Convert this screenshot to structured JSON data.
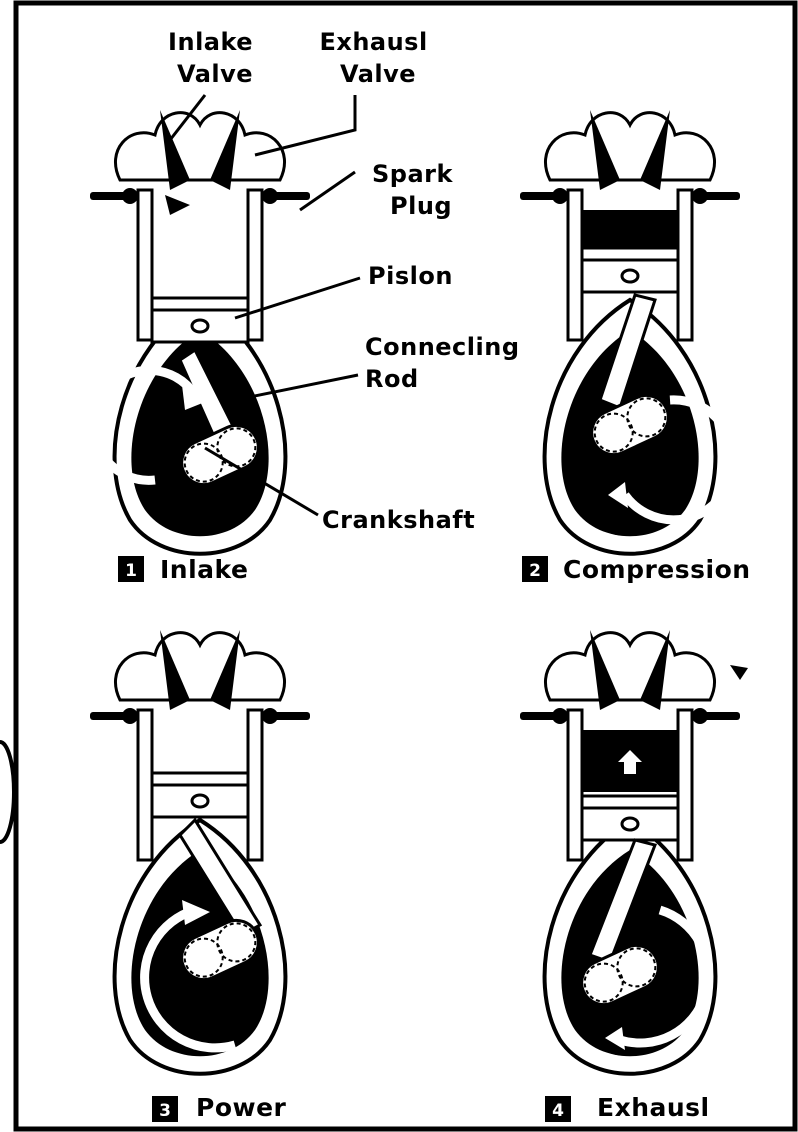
{
  "labels": {
    "intake_valve": [
      "Inlake",
      "Valve"
    ],
    "exhaust_valve": [
      "Exhausl",
      "Valve"
    ],
    "spark_plug": [
      "Spark",
      "Plug"
    ],
    "piston": "Pislon",
    "connecting_rod": [
      "Connecling",
      "Rod"
    ],
    "crankshaft": "Crankshaft"
  },
  "strokes": [
    {
      "number": "1",
      "name": "Inlake"
    },
    {
      "number": "2",
      "name": "Compression"
    },
    {
      "number": "3",
      "name": "Power"
    },
    {
      "number": "4",
      "name": "Exhausl"
    }
  ]
}
